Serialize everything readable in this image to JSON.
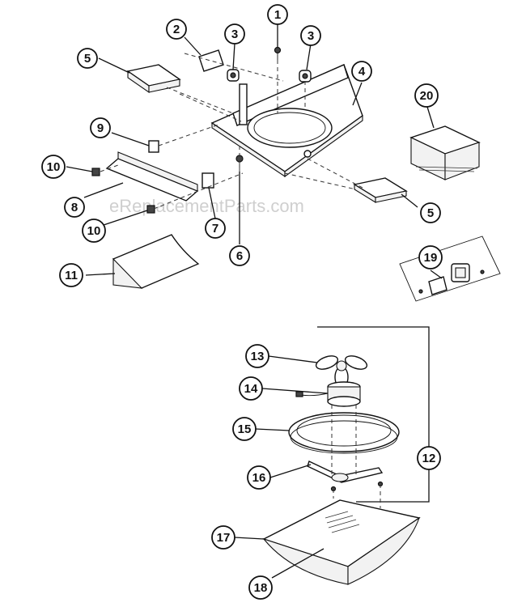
{
  "watermark": "eReplacementParts.com",
  "callouts": [
    {
      "id": "c1",
      "label": "1"
    },
    {
      "id": "c2",
      "label": "2"
    },
    {
      "id": "c3a",
      "label": "3"
    },
    {
      "id": "c3b",
      "label": "3"
    },
    {
      "id": "c4",
      "label": "4"
    },
    {
      "id": "c5a",
      "label": "5"
    },
    {
      "id": "c5b",
      "label": "5"
    },
    {
      "id": "c6",
      "label": "6"
    },
    {
      "id": "c7",
      "label": "7"
    },
    {
      "id": "c8",
      "label": "8"
    },
    {
      "id": "c9",
      "label": "9"
    },
    {
      "id": "c10a",
      "label": "10"
    },
    {
      "id": "c10b",
      "label": "10"
    },
    {
      "id": "c11",
      "label": "11"
    },
    {
      "id": "c12",
      "label": "12"
    },
    {
      "id": "c13",
      "label": "13"
    },
    {
      "id": "c14",
      "label": "14"
    },
    {
      "id": "c15",
      "label": "15"
    },
    {
      "id": "c16",
      "label": "16"
    },
    {
      "id": "c17",
      "label": "17"
    },
    {
      "id": "c18",
      "label": "18"
    },
    {
      "id": "c19",
      "label": "19"
    },
    {
      "id": "c20",
      "label": "20"
    }
  ]
}
